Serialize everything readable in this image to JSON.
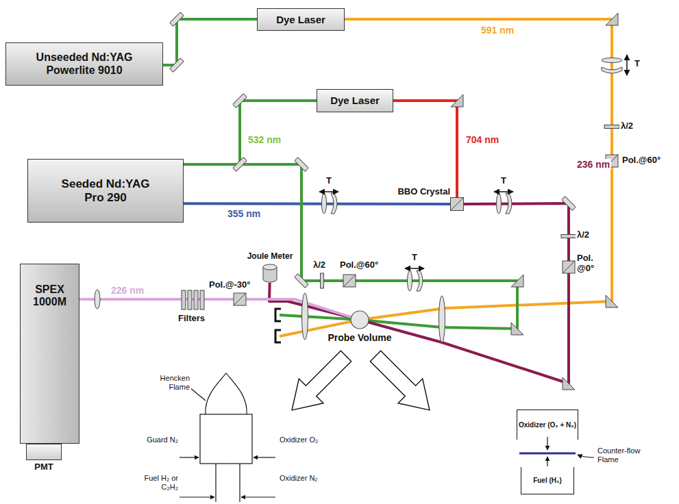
{
  "diagram": {
    "nodes": [
      {
        "text": [
          "Unseeded Nd:YAG Powerlite 9010"
        ]
      },
      {
        "text": [
          "Dye Laser"
        ]
      },
      {
        "text": [
          "Dye Laser"
        ]
      },
      {
        "text": [
          "Seeded Nd:YAG Pro 290"
        ]
      },
      {
        "text": [
          "BBO Crystal"
        ]
      },
      {
        "text": [
          "Joule Meter"
        ]
      },
      {
        "text": [
          "Probe Volume"
        ]
      },
      {
        "text": [
          "SPEX 1000M"
        ]
      },
      {
        "text": [
          "PMT"
        ]
      },
      {
        "text": [
          "Oxidizer (O₂ + N₂)"
        ]
      },
      {
        "text": [
          "Fuel (H₂)"
        ]
      }
    ],
    "edges": [
      {
        "from": 0,
        "to": 1,
        "arrow": "none"
      },
      {
        "from": 1,
        "to": 6,
        "label": "591 nm",
        "arrow": "none"
      },
      {
        "from": 3,
        "to": 2,
        "arrow": "none"
      },
      {
        "from": 2,
        "to": 4,
        "label": "704 nm",
        "arrow": "none"
      },
      {
        "from": 3,
        "to": 4,
        "label": "355 nm",
        "arrow": "none"
      },
      {
        "from": 3,
        "to": 6,
        "arrow": "none"
      },
      {
        "from": 4,
        "to": 6,
        "label": "236 nm",
        "arrow": "none"
      },
      {
        "from": 6,
        "to": 5,
        "arrow": "none"
      },
      {
        "from": 6,
        "to": 7,
        "label": "226 nm",
        "arrow": "none"
      }
    ],
    "labels": [
      "532 nm",
      "T",
      "T",
      "T",
      "T",
      "λ/2",
      "Pol.@60°",
      "λ/2",
      "Pol. @0°",
      "λ/2",
      "Pol.@60°",
      "Pol.@-30°",
      "Filters",
      "Hencken Flame",
      "Guard N₂",
      "Fuel H₂ or C₂H₂",
      "Oxidizer O₂",
      "Oxidizer N₂",
      "Counter-flow Flame"
    ]
  }
}
